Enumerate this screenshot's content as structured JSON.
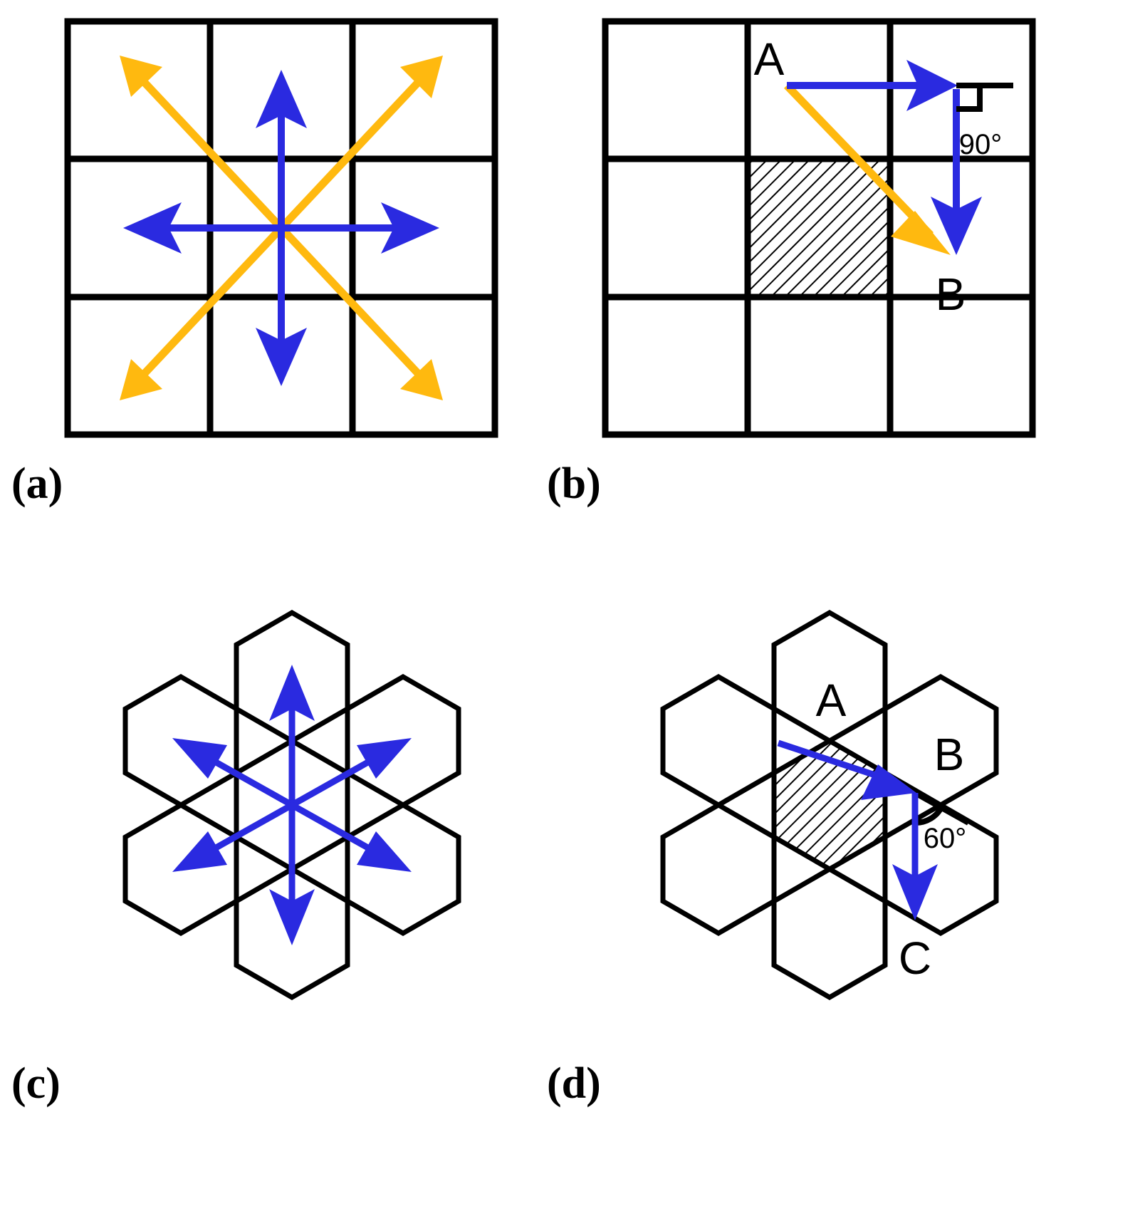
{
  "figure": {
    "title": "Square grid versus hexagonal grid movement directions",
    "colors": {
      "blue": "#2a2ae0",
      "gold": "#ffb90f",
      "black": "#000000",
      "background": "#ffffff"
    }
  },
  "panels": [
    {
      "id": "a",
      "caption": "(a)",
      "kind": "square-grid",
      "description": "3x3 square grid with 8 movement arrows radiating from the centre: 4 blue orthogonal arrows and 4 gold diagonal arrows",
      "grid": {
        "rows": 3,
        "cols": 3
      },
      "arrows": [
        {
          "name": "up",
          "color": "blue",
          "direction": "N"
        },
        {
          "name": "down",
          "color": "blue",
          "direction": "S"
        },
        {
          "name": "left",
          "color": "blue",
          "direction": "W"
        },
        {
          "name": "right",
          "color": "blue",
          "direction": "E"
        },
        {
          "name": "up-left",
          "color": "gold",
          "direction": "NW"
        },
        {
          "name": "up-right",
          "color": "gold",
          "direction": "NE"
        },
        {
          "name": "down-left",
          "color": "gold",
          "direction": "SW"
        },
        {
          "name": "down-right",
          "color": "gold",
          "direction": "SE"
        }
      ]
    },
    {
      "id": "b",
      "caption": "(b)",
      "kind": "square-grid",
      "description": "3x3 square grid with hatched centre cell, point A to point B path, 90 degree turn marked",
      "grid": {
        "rows": 3,
        "cols": 3
      },
      "hatched_cell": "centre",
      "labels": {
        "start": "A",
        "end": "B"
      },
      "angle": {
        "value": "90°",
        "type": "right-angle"
      },
      "paths": [
        {
          "name": "orthogonal-path",
          "color": "blue",
          "legs": [
            "east",
            "south"
          ]
        },
        {
          "name": "diagonal-path",
          "color": "gold",
          "legs": [
            "southeast"
          ]
        }
      ]
    },
    {
      "id": "c",
      "caption": "(c)",
      "kind": "hex-grid",
      "description": "Hexagonal grid of seven flat-top hexagons with six blue arrows radiating from the centre hexagon",
      "hex_count": 7,
      "arrows": [
        {
          "name": "up",
          "color": "blue",
          "direction": "N"
        },
        {
          "name": "down",
          "color": "blue",
          "direction": "S"
        },
        {
          "name": "up-left",
          "color": "blue",
          "direction": "NW"
        },
        {
          "name": "up-right",
          "color": "blue",
          "direction": "NE"
        },
        {
          "name": "down-left",
          "color": "blue",
          "direction": "SW"
        },
        {
          "name": "down-right",
          "color": "blue",
          "direction": "SE"
        }
      ]
    },
    {
      "id": "d",
      "caption": "(d)",
      "kind": "hex-grid",
      "description": "Hexagonal grid of seven hexagons with hatched centre hexagon, path from A to B to C, 60 degree turn marked",
      "hex_count": 7,
      "hatched_cell": "centre",
      "labels": {
        "start": "A",
        "middle": "B",
        "end": "C"
      },
      "angle": {
        "value": "60°",
        "type": "arc"
      },
      "paths": [
        {
          "name": "a-to-b",
          "color": "blue",
          "legs": [
            "southeast"
          ]
        },
        {
          "name": "b-to-c",
          "color": "blue",
          "legs": [
            "south"
          ]
        }
      ]
    }
  ]
}
